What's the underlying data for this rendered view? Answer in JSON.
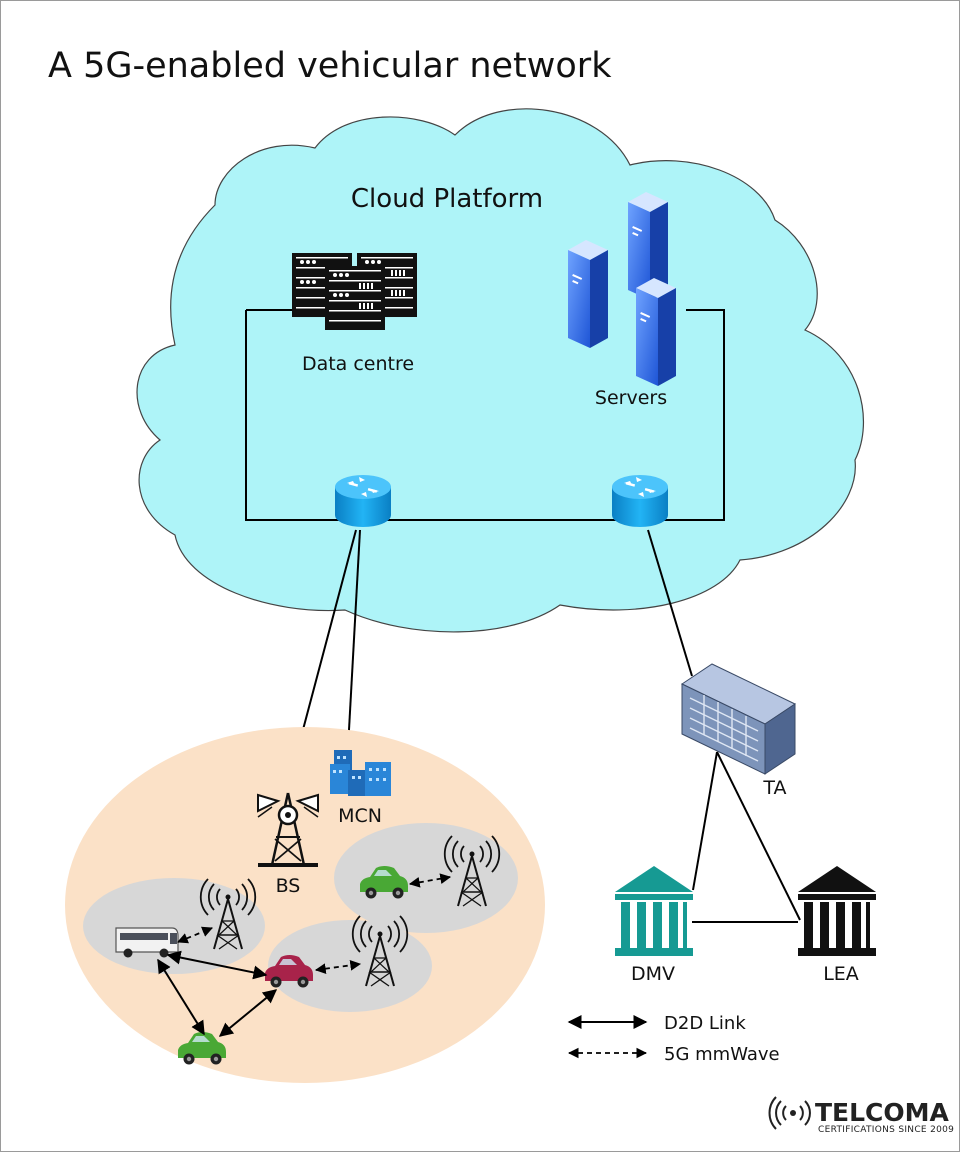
{
  "title": "A 5G-enabled vehicular network",
  "cloud": {
    "label": "Cloud Platform"
  },
  "nodes": {
    "data_centre": "Data centre",
    "servers": "Servers",
    "mcn": "MCN",
    "bs": "BS",
    "ta": "TA",
    "dmv": "DMV",
    "lea": "LEA"
  },
  "legend": {
    "d2d": "D2D Link",
    "mmwave": "5G mmWave"
  },
  "brand": {
    "name": "TELCOMA",
    "tagline": "CERTIFICATIONS SINCE 2009"
  },
  "colors": {
    "cloud_fill": "#aef4f8",
    "coverage_fill": "#fbe1c7",
    "cell_fill": "#d7d7d7",
    "router": "#0f9ee6",
    "server": "#3a74ee",
    "bank_teal": "#169a93",
    "bank_black": "#111111",
    "ta_box": "#7d94ba"
  }
}
